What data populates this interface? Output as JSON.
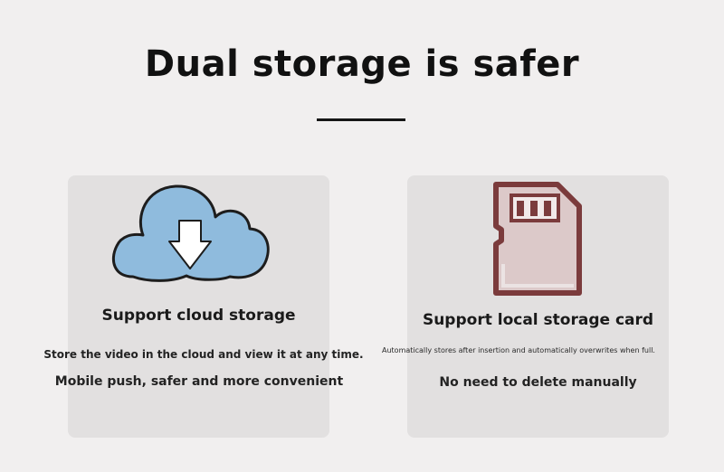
{
  "page": {
    "title": "Dual storage is safer",
    "background_color": "#f1efef"
  },
  "cards": [
    {
      "icon": "cloud-download-icon",
      "heading": "Support cloud storage",
      "description": "Store the video in the cloud and view it at any time.",
      "note": "Mobile push, safer and more convenient",
      "icon_color": "#8fbbdd"
    },
    {
      "icon": "sd-card-icon",
      "heading": "Support local storage card",
      "description": "Automatically stores after insertion and automatically overwrites when full.",
      "note": "No need to delete manually",
      "icon_color": "#7b3b3c"
    }
  ]
}
